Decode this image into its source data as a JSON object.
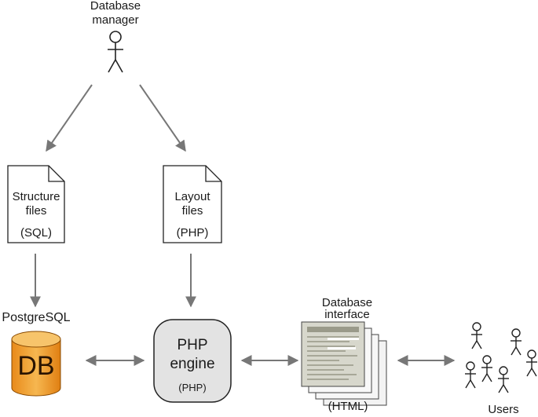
{
  "manager": {
    "line1": "Database",
    "line2": "manager"
  },
  "structure_file": {
    "line1": "Structure",
    "line2": "files",
    "tag": "(SQL)"
  },
  "layout_file": {
    "line1": "Layout",
    "line2": "files",
    "tag": "(PHP)"
  },
  "postgres": {
    "title": "PostgreSQL",
    "db_text": "DB"
  },
  "engine": {
    "line1": "PHP",
    "line2": "engine",
    "tag": "(PHP)"
  },
  "interface": {
    "line1": "Database",
    "line2": "interface",
    "tag": "(HTML)"
  },
  "users": {
    "label": "Users"
  },
  "colors": {
    "arrow": "#777777",
    "db_fill": "#f0a030",
    "db_top": "#f6c060",
    "engine_fill": "#e3e3e3"
  }
}
